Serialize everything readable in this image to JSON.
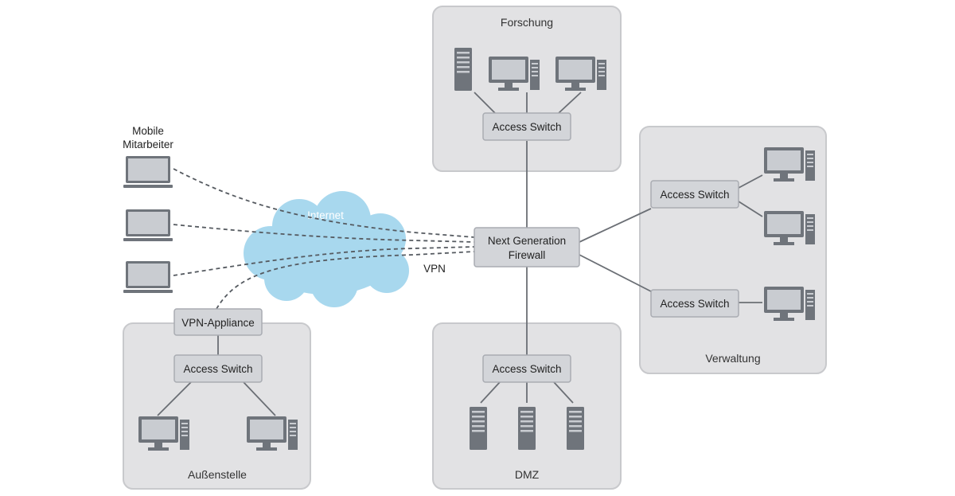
{
  "zones": {
    "forschung": "Forschung",
    "verwaltung": "Verwaltung",
    "dmz": "DMZ",
    "aussenstelle": "Außenstelle"
  },
  "devices": {
    "access_switch": "Access Switch",
    "firewall_line1": "Next Generation",
    "firewall_line2": "Firewall",
    "vpn_appliance": "VPN-Appliance"
  },
  "labels": {
    "mobile_line1": "Mobile",
    "mobile_line2": "Mitarbeiter",
    "internet": "Internet",
    "vpn": "VPN"
  },
  "colors": {
    "zone_fill": "#e2e2e4",
    "box_fill": "#d3d5d9",
    "cloud": "#a8d8ee",
    "device_dark": "#6f747b",
    "device_screen": "#c9ccd1"
  },
  "icons": [
    "desktop-icon",
    "server-icon",
    "laptop-icon",
    "cloud-icon"
  ]
}
